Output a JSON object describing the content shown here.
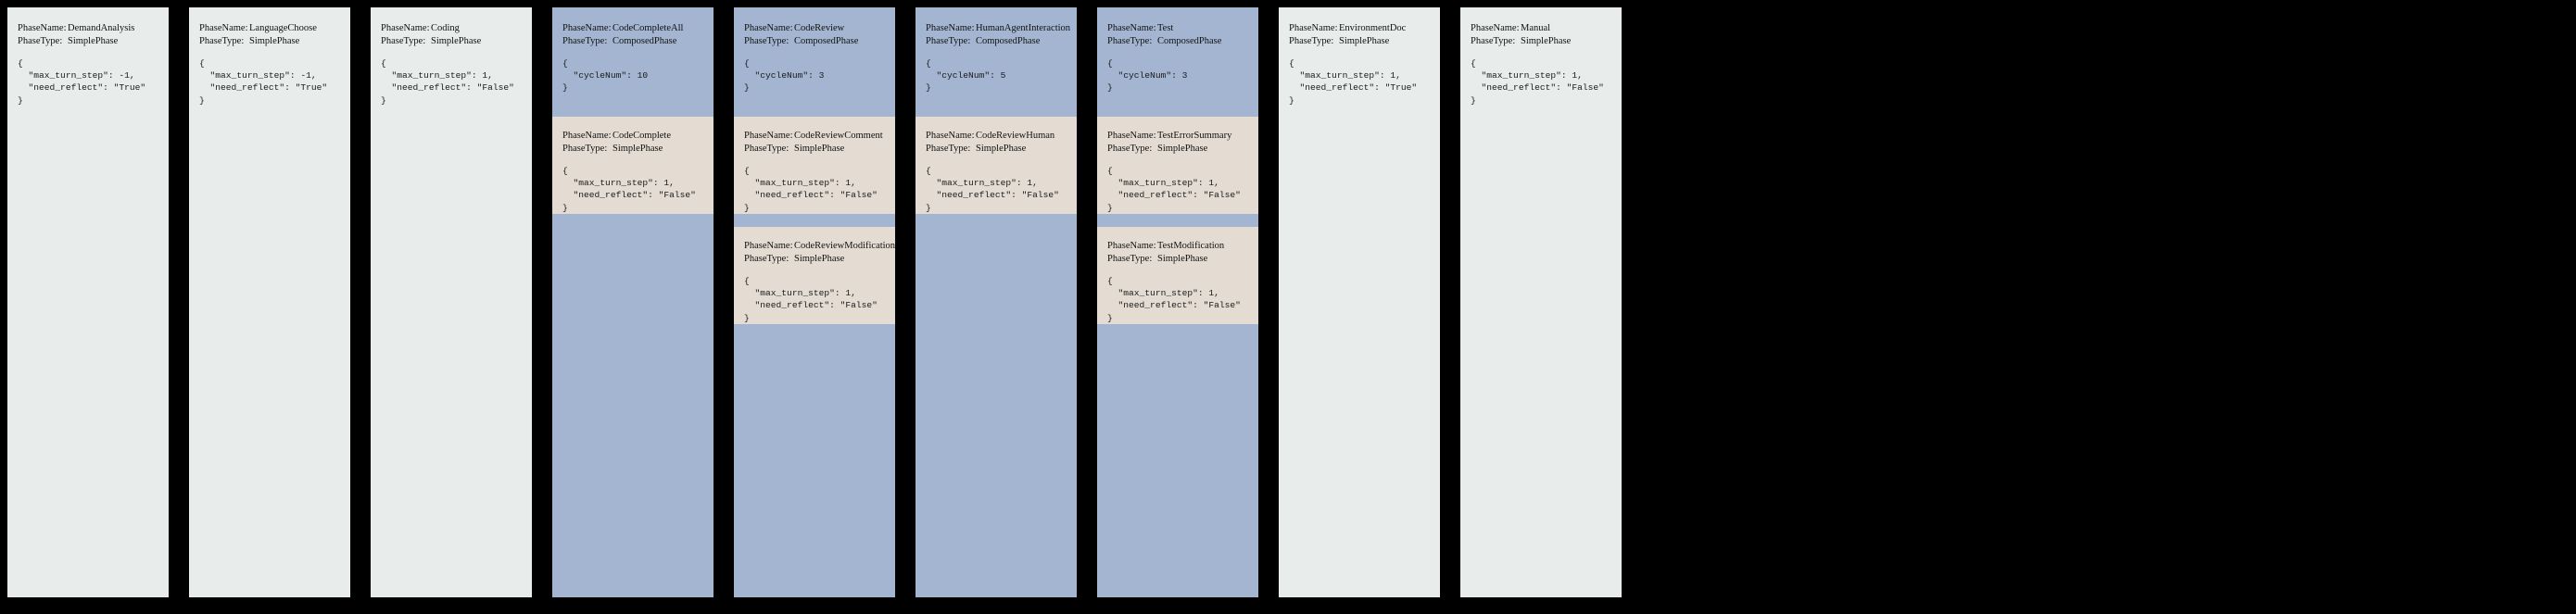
{
  "labels": {
    "phase_name_key": "PhaseName:",
    "phase_type_key": "PhaseType:"
  },
  "colors": {
    "background": "#000000",
    "simple_phase_card": "#e8ecea",
    "composed_phase_card": "#a3b5d0",
    "sub_phase_card": "#e4dcd2",
    "text": "#111111"
  },
  "columns": [
    {
      "phase_name": "DemandAnalysis",
      "phase_type": "SimplePhase",
      "config": "{\n  \"max_turn_step\": -1,\n  \"need_reflect\": \"True\"\n}",
      "sub_phases": []
    },
    {
      "phase_name": "LanguageChoose",
      "phase_type": "SimplePhase",
      "config": "{\n  \"max_turn_step\": -1,\n  \"need_reflect\": \"True\"\n}",
      "sub_phases": []
    },
    {
      "phase_name": "Coding",
      "phase_type": "SimplePhase",
      "config": "{\n  \"max_turn_step\": 1,\n  \"need_reflect\": \"False\"\n}",
      "sub_phases": []
    },
    {
      "phase_name": "CodeCompleteAll",
      "phase_type": "ComposedPhase",
      "config": "{\n  \"cycleNum\": 10\n}",
      "sub_phases": [
        {
          "phase_name": "CodeComplete",
          "phase_type": "SimplePhase",
          "config": "{\n  \"max_turn_step\": 1,\n  \"need_reflect\": \"False\"\n}"
        }
      ]
    },
    {
      "phase_name": "CodeReview",
      "phase_type": "ComposedPhase",
      "config": "{\n  \"cycleNum\": 3\n}",
      "sub_phases": [
        {
          "phase_name": "CodeReviewComment",
          "phase_type": "SimplePhase",
          "config": "{\n  \"max_turn_step\": 1,\n  \"need_reflect\": \"False\"\n}"
        },
        {
          "phase_name": "CodeReviewModification",
          "phase_type": "SimplePhase",
          "config": "{\n  \"max_turn_step\": 1,\n  \"need_reflect\": \"False\"\n}"
        }
      ]
    },
    {
      "phase_name": "HumanAgentInteraction",
      "phase_type": "ComposedPhase",
      "config": "{\n  \"cycleNum\": 5\n}",
      "sub_phases": [
        {
          "phase_name": "CodeReviewHuman",
          "phase_type": "SimplePhase",
          "config": "{\n  \"max_turn_step\": 1,\n  \"need_reflect\": \"False\"\n}"
        }
      ]
    },
    {
      "phase_name": "Test",
      "phase_type": "ComposedPhase",
      "config": "{\n  \"cycleNum\": 3\n}",
      "sub_phases": [
        {
          "phase_name": "TestErrorSummary",
          "phase_type": "SimplePhase",
          "config": "{\n  \"max_turn_step\": 1,\n  \"need_reflect\": \"False\"\n}"
        },
        {
          "phase_name": "TestModification",
          "phase_type": "SimplePhase",
          "config": "{\n  \"max_turn_step\": 1,\n  \"need_reflect\": \"False\"\n}"
        }
      ]
    },
    {
      "phase_name": "EnvironmentDoc",
      "phase_type": "SimplePhase",
      "config": "{\n  \"max_turn_step\": 1,\n  \"need_reflect\": \"True\"\n}",
      "sub_phases": []
    },
    {
      "phase_name": "Manual",
      "phase_type": "SimplePhase",
      "config": "{\n  \"max_turn_step\": 1,\n  \"need_reflect\": \"False\"\n}",
      "sub_phases": []
    }
  ]
}
